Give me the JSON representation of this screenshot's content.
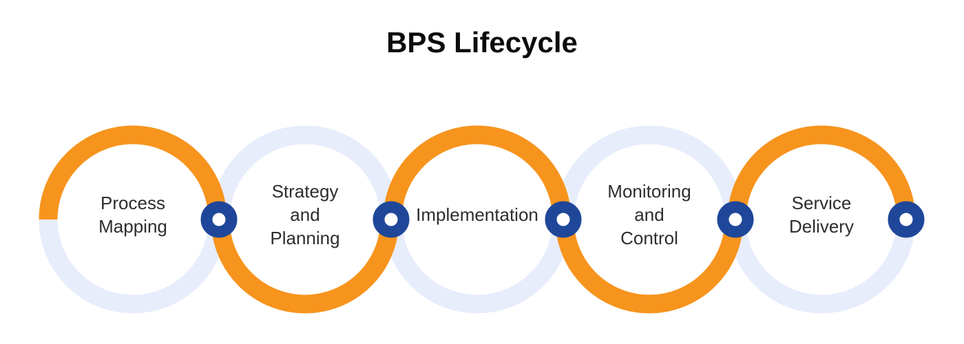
{
  "title": "BPS Lifecycle",
  "colors": {
    "orange": "#F7941D",
    "lavender": "#E7EDFB",
    "node-blue": "#1F4799",
    "node-hole": "#FFFFFF",
    "text": "#2D2D2D",
    "title-color": "#0B0B0B",
    "background": "#FFFFFF"
  },
  "stages": [
    {
      "label": "Process\nMapping"
    },
    {
      "label": "Strategy\nand\nPlanning"
    },
    {
      "label": "Implementation"
    },
    {
      "label": "Monitoring\nand\nControl"
    },
    {
      "label": "Service\nDelivery"
    }
  ]
}
